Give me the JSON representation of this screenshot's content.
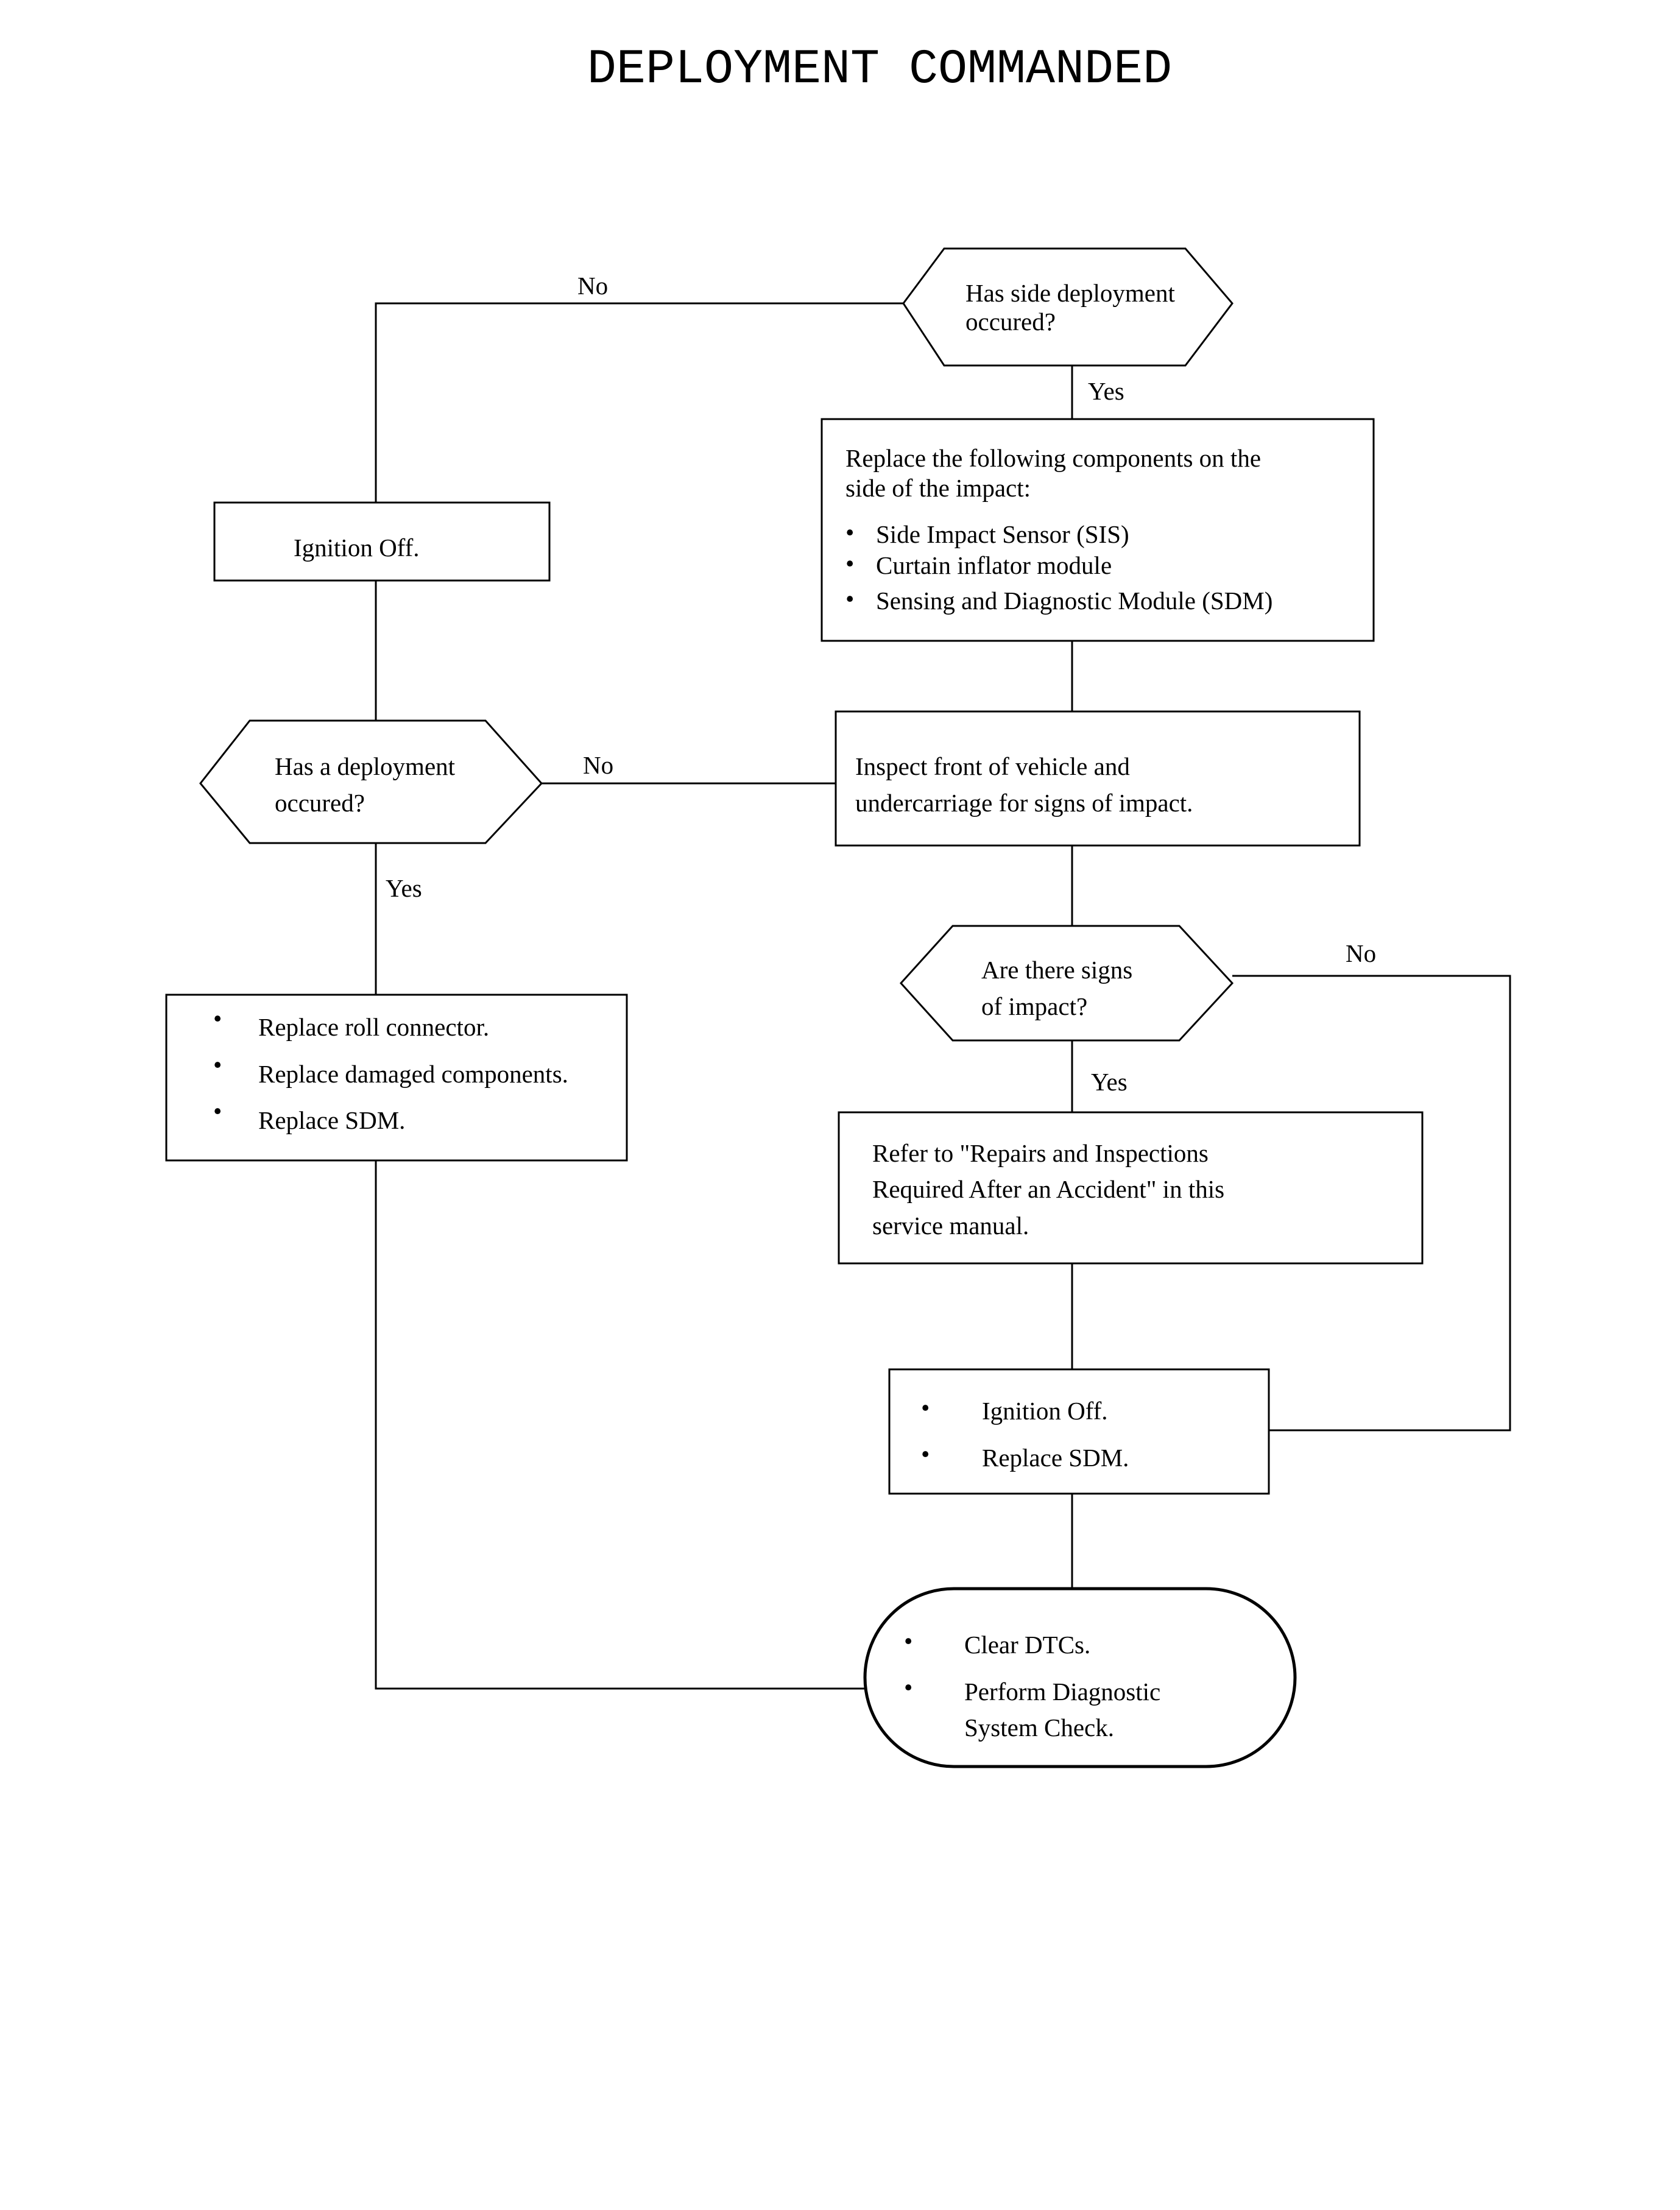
{
  "title": "DEPLOYMENT COMMANDED",
  "nodes": {
    "side_deployment_q": {
      "line1": "Has side deployment",
      "line2": "occured?"
    },
    "replace_side": {
      "line1": "Replace the following components on the",
      "line2": "side of the impact:",
      "bullets": [
        "Side Impact Sensor (SIS)",
        "Curtain inflator module",
        "Sensing and Diagnostic Module (SDM)"
      ]
    },
    "ignition_off_left": {
      "text": "Ignition Off."
    },
    "deployment_q": {
      "line1": "Has a deployment",
      "line2": "occured?"
    },
    "inspect_front": {
      "line1": "Inspect front of vehicle and",
      "line2": "undercarriage for signs of impact."
    },
    "signs_q": {
      "line1": "Are there signs",
      "line2": "of impact?"
    },
    "replace_left": {
      "bullets": [
        "Replace roll connector.",
        "Replace damaged components.",
        "Replace SDM."
      ]
    },
    "refer": {
      "line1": "Refer to \"Repairs and Inspections",
      "line2": "Required After an Accident\" in this",
      "line3": "service manual."
    },
    "ignition_replace": {
      "bullets": [
        "Ignition Off.",
        "Replace SDM."
      ]
    },
    "final": {
      "bullets": [
        "Clear DTCs.",
        "Perform Diagnostic"
      ],
      "continuation": "System Check."
    }
  },
  "edge_labels": {
    "side_no": "No",
    "side_yes": "Yes",
    "deploy_no": "No",
    "deploy_yes": "Yes",
    "signs_no": "No",
    "signs_yes": "Yes"
  },
  "bullet_char": "•"
}
